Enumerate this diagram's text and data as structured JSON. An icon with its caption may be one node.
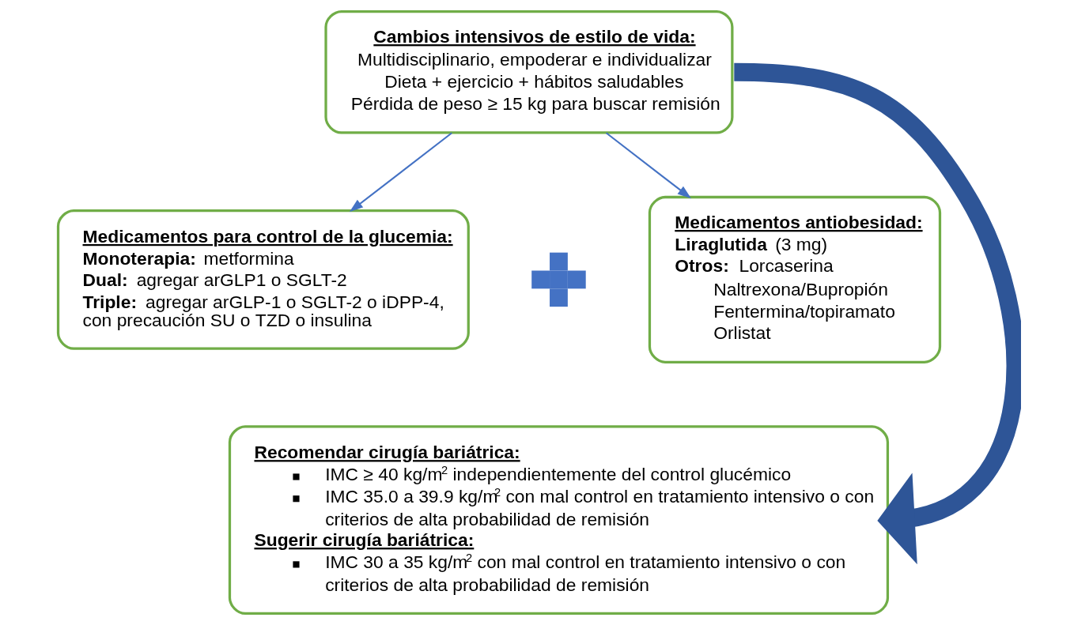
{
  "diagram": {
    "nodes": [
      {
        "text": [
          "Cambios intensivos de estilo de vida:",
          "Multidisciplinario, empoderar e individualizar",
          "Dieta + ejercicio + hábitos saludables",
          "Pérdida de peso ≥ 15 kg para buscar remisión"
        ]
      },
      {
        "text": [
          "Medicamentos para control de la glucemia:",
          "**Monoterapia:** metformina",
          "**Dual:** agregar arGLP1 o SGLT-2",
          "**Triple:** agregar arGLP-1 o SGLT-2 o iDPP-4, con precaución SU o TZD o insulina"
        ]
      },
      {
        "text": [],
        "shape": "plus"
      },
      {
        "text": [
          "Medicamentos antiobesidad:",
          "**Liraglutida** (3 mg)",
          "**Otros:** Lorcaserina",
          "Naltrexona/Bupropión",
          "Fentermina/topiramato",
          "Orlistat"
        ]
      },
      {
        "text": [
          "Recomendar cirugía bariátrica:",
          "IMC ≥ 40 kg/m$^{2}$ independientemente del control glucémico",
          "IMC 35.0 a 39.9 kg/m$^{2}$ con mal control en tratamiento intensivo o con criterios de alta probabilidad de remisión",
          "Sugerir cirugía bariátrica:",
          "IMC 30 a 35 kg/m$^{2}$ con mal control en tratamiento intensivo o con criterios de alta probabilidad de remisión"
        ]
      }
    ],
    "edges": [
      {
        "from": 0,
        "to": 1,
        "arrow": "to"
      },
      {
        "from": 0,
        "to": 3,
        "arrow": "to"
      },
      {
        "from": 0,
        "to": 4,
        "arrow": "to",
        "style": "thick",
        "color": "#2e5597"
      }
    ]
  }
}
